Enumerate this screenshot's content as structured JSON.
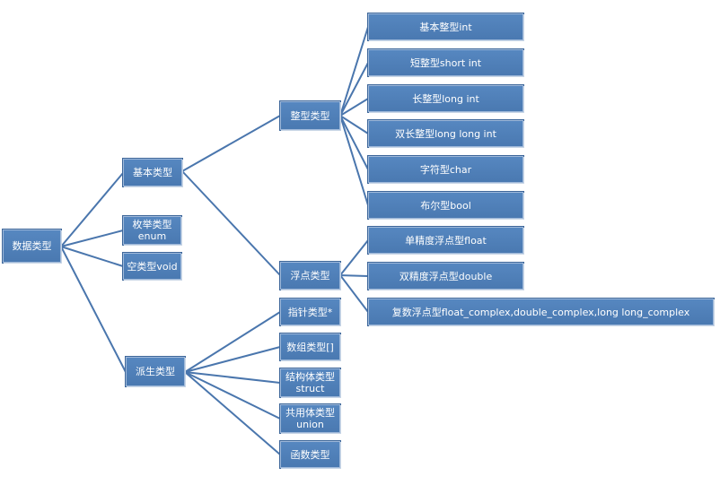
{
  "nodes": {
    "root": "数据类型",
    "basic": "基本类型",
    "enum_cn": "枚举类型",
    "enum_en": "enum",
    "void": "空类型void",
    "derived": "派生类型",
    "integer": "整型类型",
    "float": "浮点类型",
    "int": "基本整型int",
    "short": "短整型short int",
    "long": "长整型long int",
    "longlong": "双长整型long long int",
    "char": "字符型char",
    "bool": "布尔型bool",
    "single": "单精度浮点型float",
    "double": "双精度浮点型double",
    "complex": "复数浮点型float_complex,double_complex,long long_complex",
    "pointer": "指针类型*",
    "array": "数组类型[]",
    "struct_cn": "结构体类型",
    "struct_en": "struct",
    "union_cn": "共用体类型",
    "union_en": "union",
    "function": "函数类型"
  },
  "colors": {
    "node_fill": "#4f7fb8",
    "connector": "#4a76ad",
    "text": "#ffffff"
  }
}
